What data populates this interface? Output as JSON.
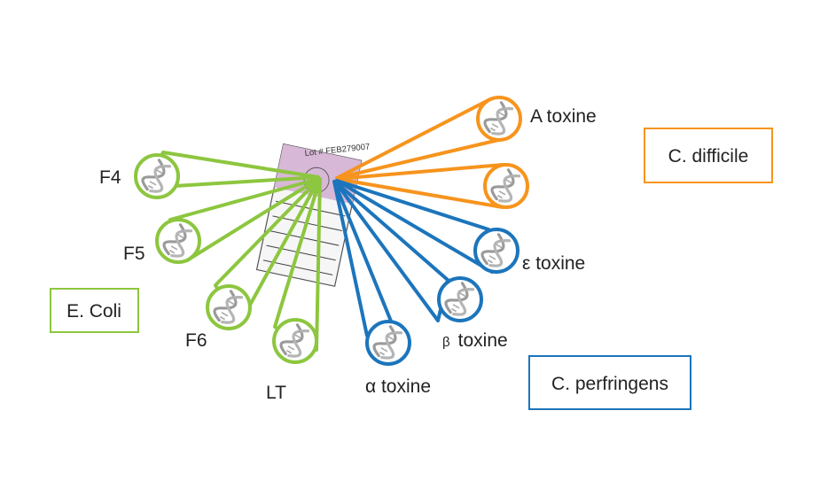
{
  "card": {
    "lot_label": "Lot # FEB279007"
  },
  "colors": {
    "e_coli": "#8dc63f",
    "c_difficile": "#f7941d",
    "c_perfringens": "#1c75bc",
    "card_top": "#d7b8d6",
    "dna": "#9a9a9a"
  },
  "groups": {
    "e_coli": {
      "name": "E. Coli"
    },
    "c_difficile": {
      "name": "C. difficile"
    },
    "c_perfringens": {
      "name": "C. perfringens"
    }
  },
  "targets": {
    "f4": {
      "label": "F4",
      "group": "e_coli"
    },
    "f5": {
      "label": "F5",
      "group": "e_coli"
    },
    "f6": {
      "label": "F6",
      "group": "e_coli"
    },
    "lt": {
      "label": "LT",
      "group": "e_coli"
    },
    "a_toxine": {
      "label": "A toxine",
      "group": "c_difficile"
    },
    "b_toxine_cd": {
      "label": "",
      "group": "c_difficile"
    },
    "epsilon_toxine": {
      "label": "ε toxine",
      "group": "c_perfringens"
    },
    "beta_toxine": {
      "greek": "β",
      "label": "toxine",
      "group": "c_perfringens"
    },
    "alpha_toxine": {
      "label": "α toxine",
      "group": "c_perfringens"
    }
  }
}
